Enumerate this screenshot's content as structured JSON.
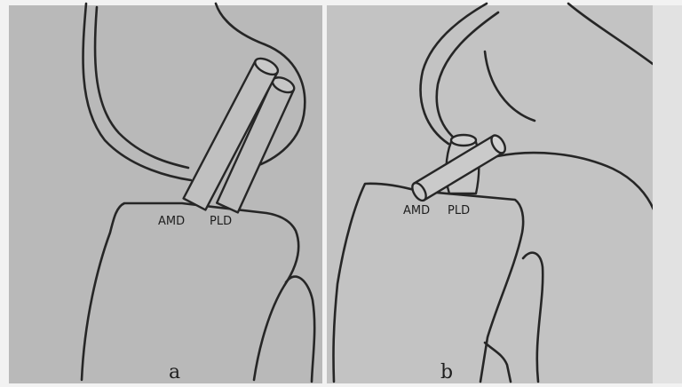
{
  "colors": {
    "line": "#262626",
    "panel_a_background": "#b9b9b9",
    "panel_b_background": "#c3c3c3"
  },
  "panel_a": {
    "letter": "a",
    "amd_label": "AMD",
    "pld_label": "PLD"
  },
  "panel_b": {
    "letter": "b",
    "amd_label": "AMD",
    "pld_label": "PLD"
  }
}
